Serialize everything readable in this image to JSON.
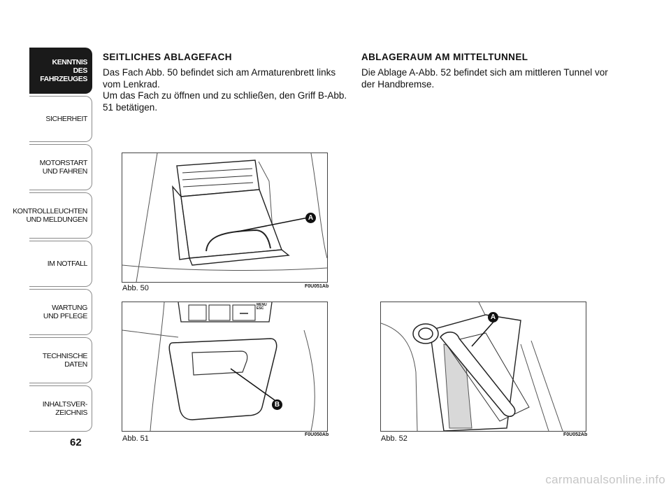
{
  "tabs": [
    {
      "label": "KENNTNIS\nDES FAHRZEUGES",
      "active": true
    },
    {
      "label": "SICHERHEIT",
      "active": false
    },
    {
      "label": "MOTORSTART\nUND FAHREN",
      "active": false
    },
    {
      "label": "KONTROLLLEUCHTEN\nUND MELDUNGEN",
      "active": false
    },
    {
      "label": "IM NOTFALL",
      "active": false
    },
    {
      "label": "WARTUNG\nUND PFLEGE",
      "active": false
    },
    {
      "label": "TECHNISCHE\nDATEN",
      "active": false
    },
    {
      "label": "INHALTSVER-\nZEICHNIS",
      "active": false
    }
  ],
  "page_number": "62",
  "left": {
    "heading": "SEITLICHES ABLAGEFACH",
    "p1": "Das Fach Abb. 50 befindet sich am Armaturenbrett links vom Lenkrad.",
    "p2": "Um das Fach zu öffnen und zu schließen, den Griff B-Abb. 51 betätigen."
  },
  "right": {
    "heading": "ABLAGERAUM AM MITTELTUNNEL",
    "p1": "Die Ablage A-Abb. 52 befindet sich am mittleren Tunnel vor der Handbremse."
  },
  "figures": {
    "fig50": {
      "caption": "Abb. 50",
      "code": "F0U051Ab",
      "marker": "A"
    },
    "fig51": {
      "caption": "Abb. 51",
      "code": "F0U050Ab",
      "marker": "B",
      "panel_text": "MENU\nESC"
    },
    "fig52": {
      "caption": "Abb. 52",
      "code": "F0U052Ab",
      "marker": "A"
    }
  },
  "watermark": "carmanualsonline.info"
}
